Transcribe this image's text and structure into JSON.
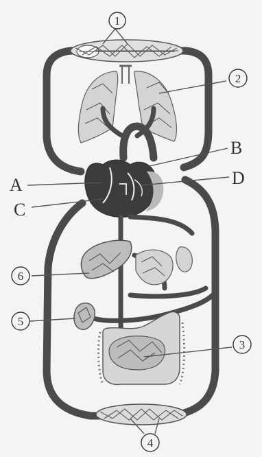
{
  "labels": {
    "A": "A",
    "B": "B",
    "C": "C",
    "D": "D",
    "n1": "1",
    "n2": "2",
    "n3": "3",
    "n4": "4",
    "n5": "5",
    "n6": "6"
  },
  "colors": {
    "vessel": "#4a4a4a",
    "heart": "#3c3c3c",
    "organ": "#bdbdbd",
    "background": "#f4f4f2"
  }
}
